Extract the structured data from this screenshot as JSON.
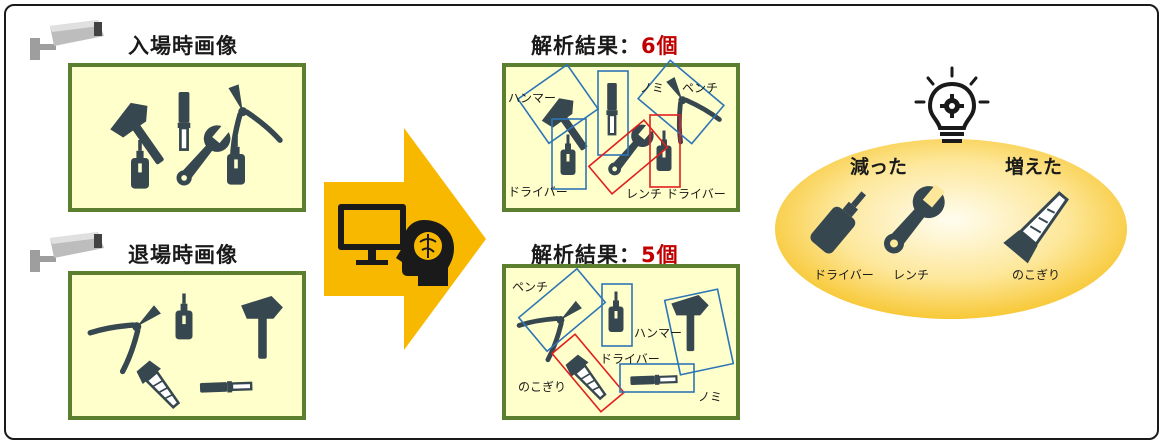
{
  "entry": {
    "title": "入場時画像"
  },
  "exit": {
    "title": "退場時画像"
  },
  "result_top": {
    "label": "解析結果：",
    "count": "6個"
  },
  "result_bottom": {
    "label": "解析結果：",
    "count": "5個"
  },
  "labels_top": {
    "hammer": "ハンマー",
    "chisel": "ノミ",
    "pliers": "ペンチ",
    "driver_left": "ドライバー",
    "wrench": "レンチ",
    "driver_right": "ドライバー"
  },
  "labels_bottom": {
    "pliers": "ペンチ",
    "hammer": "ハンマー",
    "driver": "ドライバー",
    "saw": "のこぎり",
    "chisel": "ノミ"
  },
  "summary": {
    "decreased_title": "減った",
    "increased_title": "増えた",
    "decreased_items": [
      "ドライバー",
      "レンチ"
    ],
    "increased_items": [
      "のこぎり"
    ]
  },
  "colors": {
    "panel_bg": "#ffffcc",
    "panel_border": "#5b7f2e",
    "icon": "#37474f",
    "arrow": "#f9b800",
    "count": "#c00000",
    "box_blue": "#2e75b6",
    "box_red": "#e02020"
  },
  "icons": [
    "security-camera-icon",
    "monitor-icon",
    "brain-head-icon",
    "lightbulb-gear-icon",
    "hammer-icon",
    "chisel-icon",
    "pliers-icon",
    "screwdriver-icon",
    "wrench-icon",
    "saw-icon"
  ]
}
